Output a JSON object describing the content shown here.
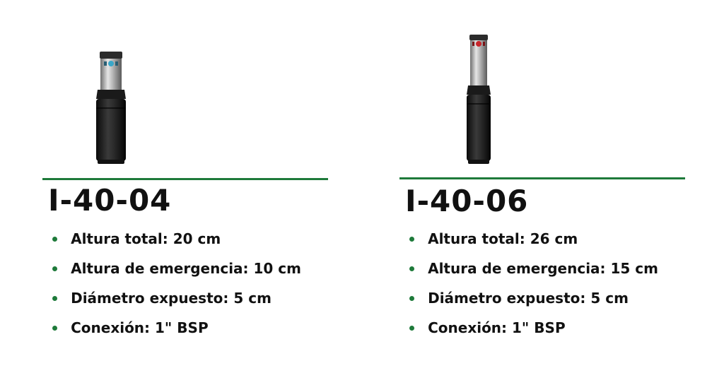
{
  "products": [
    {
      "model": "I-40-04",
      "nozzle_color": "#3aa7c9",
      "specs": [
        "Altura total: 20 cm",
        "Altura de emergencia: 10 cm",
        "Diámetro expuesto: 5 cm",
        "Conexión: 1\" BSP"
      ]
    },
    {
      "model": "I-40-06",
      "nozzle_color": "#c8262b",
      "specs": [
        "Altura total: 26 cm",
        "Altura de emergencia: 15 cm",
        "Diámetro expuesto: 5 cm",
        "Conexión: 1\" BSP"
      ]
    }
  ],
  "colors": {
    "accent": "#1e7a3a",
    "text": "#111111",
    "background": "#ffffff"
  },
  "icons": {
    "product_image": "pop-up-sprinkler-icon",
    "bullet": "dot-bullet-icon"
  }
}
